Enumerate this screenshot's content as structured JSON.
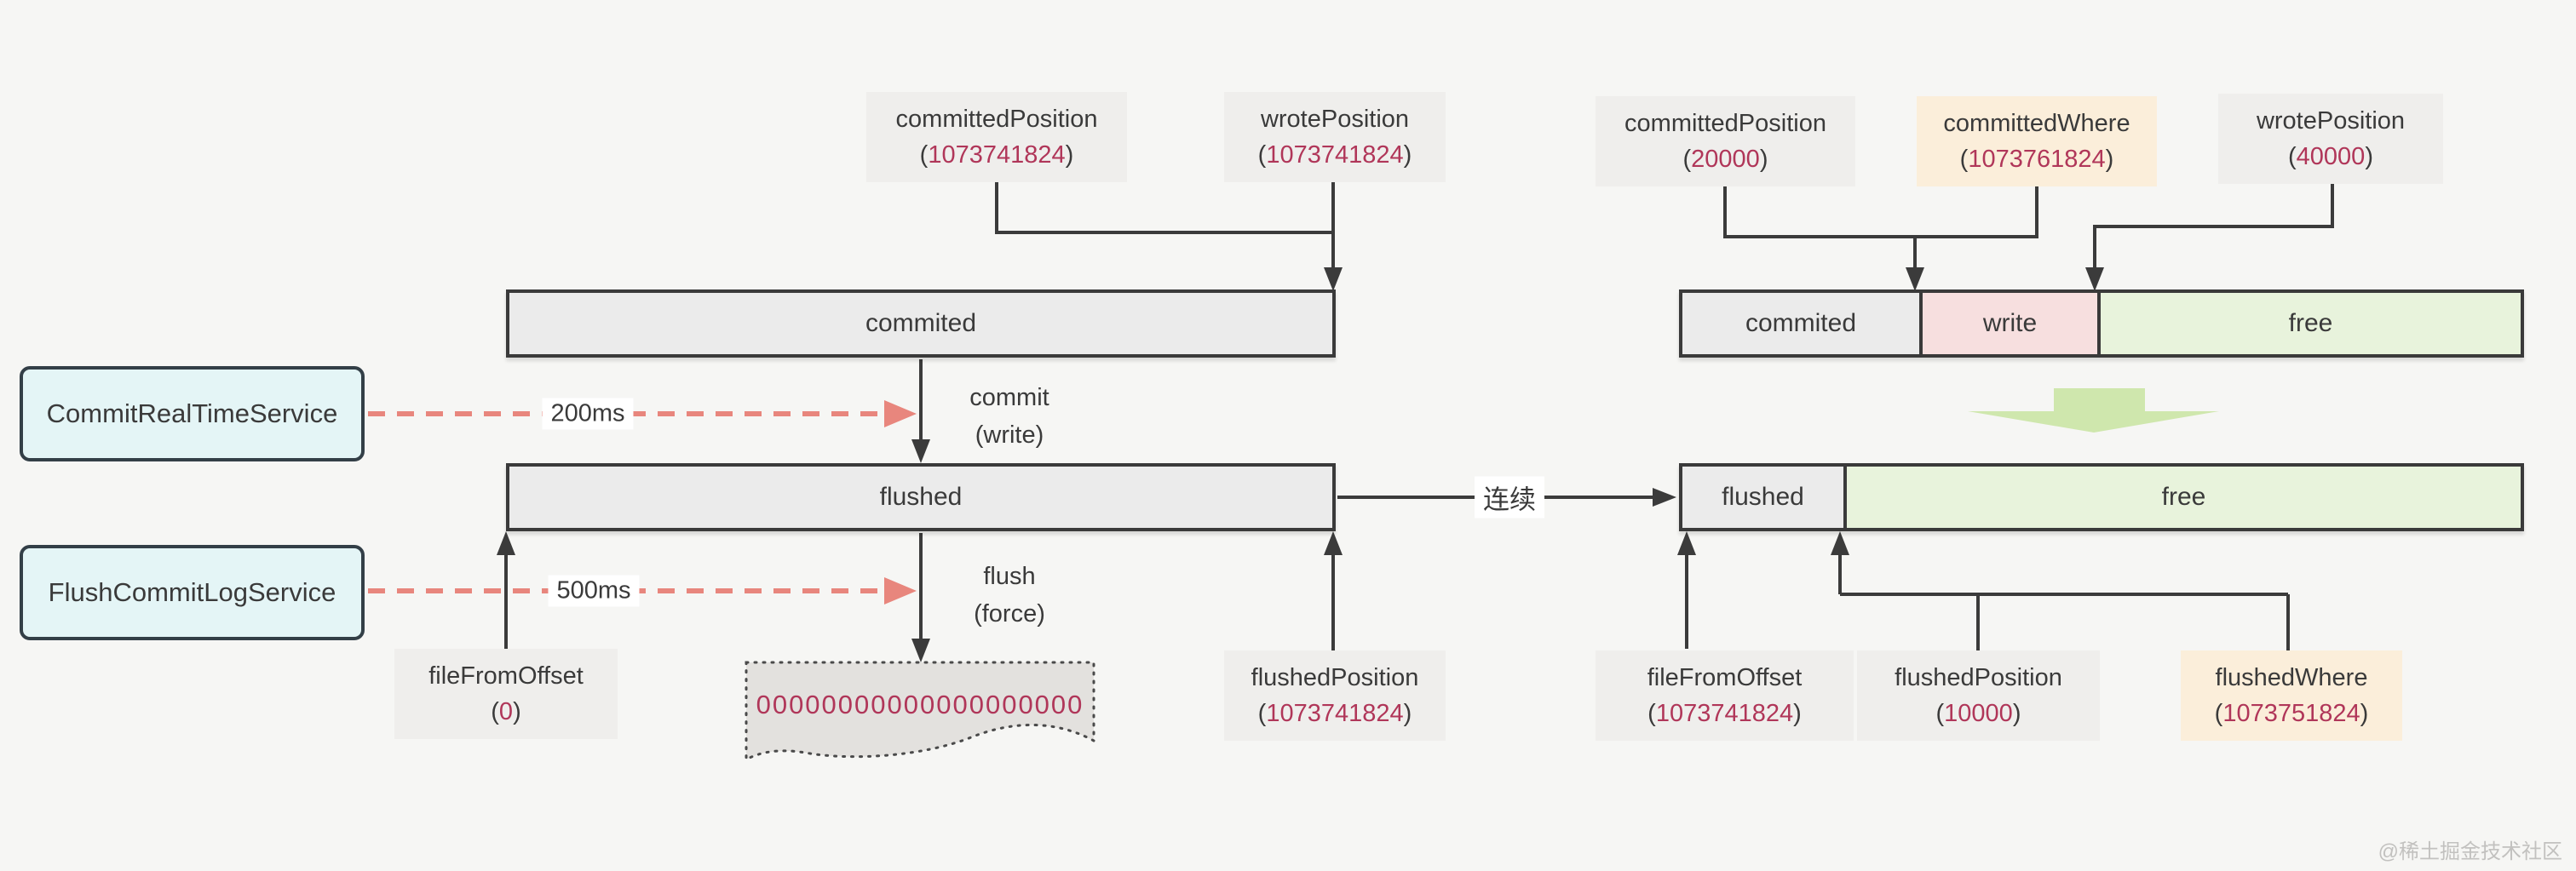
{
  "page": {
    "watermark": "@稀土掘金技术社区",
    "background": "#f6f6f4"
  },
  "colors": {
    "box_gray": "#efeeec",
    "box_orange": "#fbeeda",
    "service_fill": "#e4f5f6",
    "service_border": "#333f47",
    "bar_gray": "#ebebeb",
    "write_pink": "#f7dfdf",
    "free_green": "#e8f3dc",
    "green_arrow": "#cfe7ad",
    "number_crimson": "#b03659",
    "dashed_salmon": "#e8867d",
    "line_dark": "#3b3b3b",
    "torn_fill": "#e3e1de",
    "text": "#3a3a3a"
  },
  "services": {
    "commit": {
      "label": "CommitRealTimeService",
      "interval": "200ms"
    },
    "flush": {
      "label": "FlushCommitLogService",
      "interval": "500ms"
    }
  },
  "actions": {
    "commit": {
      "label": "commit\n(write)"
    },
    "flush": {
      "label": "flush\n(force)"
    }
  },
  "connector_labels": {
    "continuous": "连续"
  },
  "left_diagram": {
    "committed_bar_label": "commited",
    "flushed_bar_label": "flushed",
    "file_content": "00000000000000000000",
    "labels": {
      "committedPosition": {
        "name": "committedPosition",
        "value": "1073741824"
      },
      "wrotePosition": {
        "name": "wrotePosition",
        "value": "1073741824"
      },
      "fileFromOffset": {
        "name": "fileFromOffset",
        "value": "0"
      },
      "flushedPosition": {
        "name": "flushedPosition",
        "value": "1073741824"
      }
    }
  },
  "right_diagram": {
    "segments_top": [
      {
        "label": "commited"
      },
      {
        "label": "write"
      },
      {
        "label": "free"
      }
    ],
    "segments_bottom": [
      {
        "label": "flushed"
      },
      {
        "label": "free"
      }
    ],
    "labels": {
      "committedPosition": {
        "name": "committedPosition",
        "value": "20000"
      },
      "committedWhere": {
        "name": "committedWhere",
        "value": "1073761824"
      },
      "wrotePosition": {
        "name": "wrotePosition",
        "value": "40000"
      },
      "fileFromOffset": {
        "name": "fileFromOffset",
        "value": "1073741824"
      },
      "flushedPosition": {
        "name": "flushedPosition",
        "value": "10000"
      },
      "flushedWhere": {
        "name": "flushedWhere",
        "value": "1073751824"
      }
    }
  }
}
